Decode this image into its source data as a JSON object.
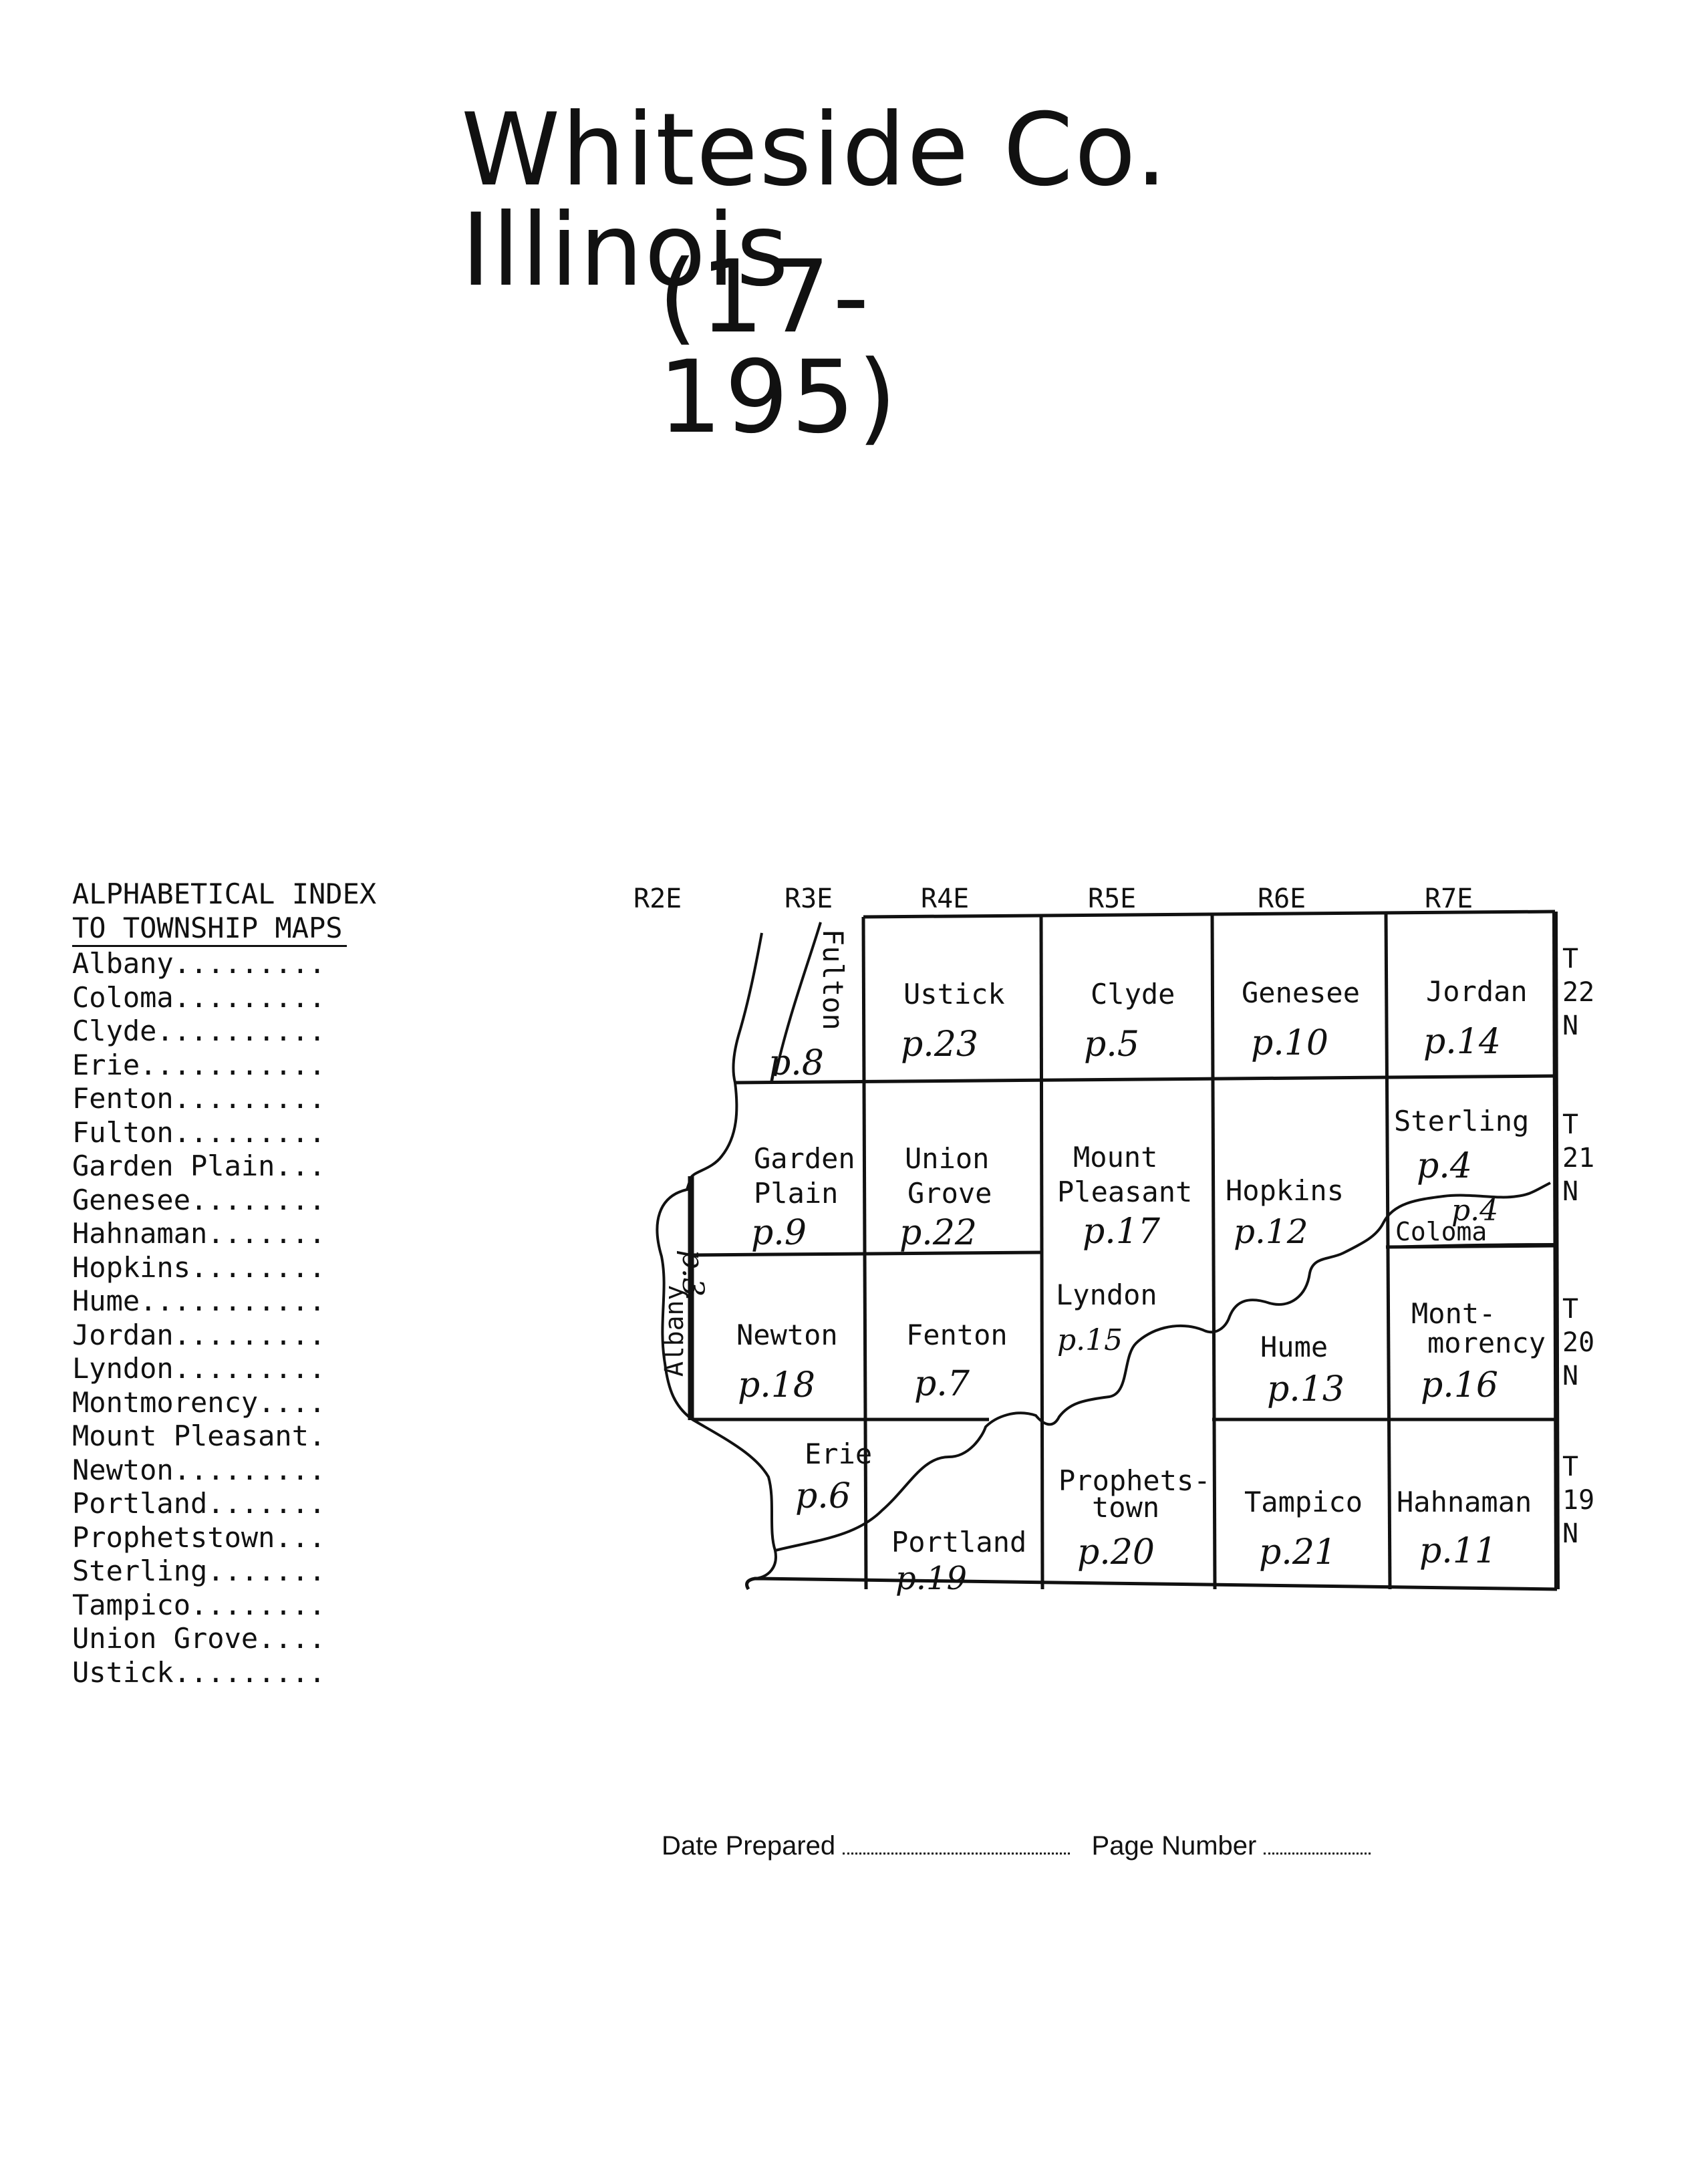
{
  "title": "Whiteside Co. Illinois",
  "subtitle": "(17-195)",
  "index": {
    "heading_line1": "ALPHABETICAL INDEX",
    "heading_line2": "TO TOWNSHIP MAPS",
    "entries": [
      "Albany.........",
      "Coloma.........",
      "Clyde..........",
      "Erie...........",
      "Fenton.........",
      "Fulton.........",
      "Garden Plain...",
      "Genesee........",
      "Hahnaman.......",
      "Hopkins........",
      "Hume...........",
      "Jordan.........",
      "Lyndon.........",
      "Montmorency....",
      "Mount Pleasant.",
      "Newton.........",
      "Portland.......",
      "Prophetstown...",
      "Sterling.......",
      "Tampico........",
      "Union Grove....",
      "Ustick........."
    ]
  },
  "map": {
    "ranges": [
      "R2E",
      "R3E",
      "R4E",
      "R5E",
      "R6E",
      "R7E"
    ],
    "tiers": {
      "t22": [
        "T",
        "22",
        "N"
      ],
      "t21": [
        "T",
        "21",
        "N"
      ],
      "t20": [
        "T",
        "20",
        "N"
      ],
      "t19": [
        "T",
        "19",
        "N"
      ]
    },
    "townships": {
      "fulton": {
        "name": "Fulton",
        "page": "p.8"
      },
      "ustick": {
        "name": "Ustick",
        "page": "p.23"
      },
      "clyde": {
        "name": "Clyde",
        "page": "p.5"
      },
      "genesee": {
        "name": "Genesee",
        "page": "p.10"
      },
      "jordan": {
        "name": "Jordan",
        "page": "p.14"
      },
      "garden_plain": {
        "name_line1": "Garden",
        "name_line2": "Plain",
        "page": "p.9"
      },
      "union_grove": {
        "name_line1": "Union",
        "name_line2": "Grove",
        "page": "p.22"
      },
      "mount_pleasant": {
        "name_line1": "Mount",
        "name_line2": "Pleasant",
        "page": "p.17"
      },
      "hopkins": {
        "name": "Hopkins",
        "page": "p.12"
      },
      "sterling": {
        "name": "Sterling",
        "page": "p.4"
      },
      "coloma": {
        "name": "Coloma",
        "page": "p.4"
      },
      "albany": {
        "name": "Albany",
        "page": "p.3"
      },
      "newton": {
        "name": "Newton",
        "page": "p.18"
      },
      "fenton": {
        "name": "Fenton",
        "page": "p.7"
      },
      "lyndon": {
        "name": "Lyndon",
        "page": "p.15"
      },
      "hume": {
        "name": "Hume",
        "page": "p.13"
      },
      "montmorency": {
        "name_line1": "Mont-",
        "name_line2": "morency",
        "page": "p.16"
      },
      "erie": {
        "name": "Erie",
        "page": "p.6"
      },
      "portland": {
        "name": "Portland",
        "page": "p.19"
      },
      "prophetstown": {
        "name_line1": "Prophets-",
        "name_line2": "town",
        "page": "p.20"
      },
      "tampico": {
        "name": "Tampico",
        "page": "p.21"
      },
      "hahnaman": {
        "name": "Hahnaman",
        "page": "p.11"
      }
    }
  },
  "footer": {
    "date_label": "Date Prepared",
    "page_label": "Page Number"
  }
}
